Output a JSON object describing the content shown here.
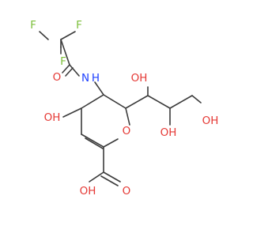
{
  "atoms": {
    "f1": "F",
    "f2": "F",
    "f3": "F",
    "o_amide": "O",
    "nh": "N",
    "nh_h": "H",
    "oh_c4": "OH",
    "o_ring": "O",
    "oh_c7": "OH",
    "oh_c8": "OH",
    "oh_c9": "OH",
    "o_carbonyl": "O",
    "oh_acid": "OH"
  },
  "colors": {
    "bond": "#3b3b3b",
    "oxygen": "#e53935",
    "nitrogen": "#1e40ff",
    "fluorine": "#7cbf3a"
  }
}
